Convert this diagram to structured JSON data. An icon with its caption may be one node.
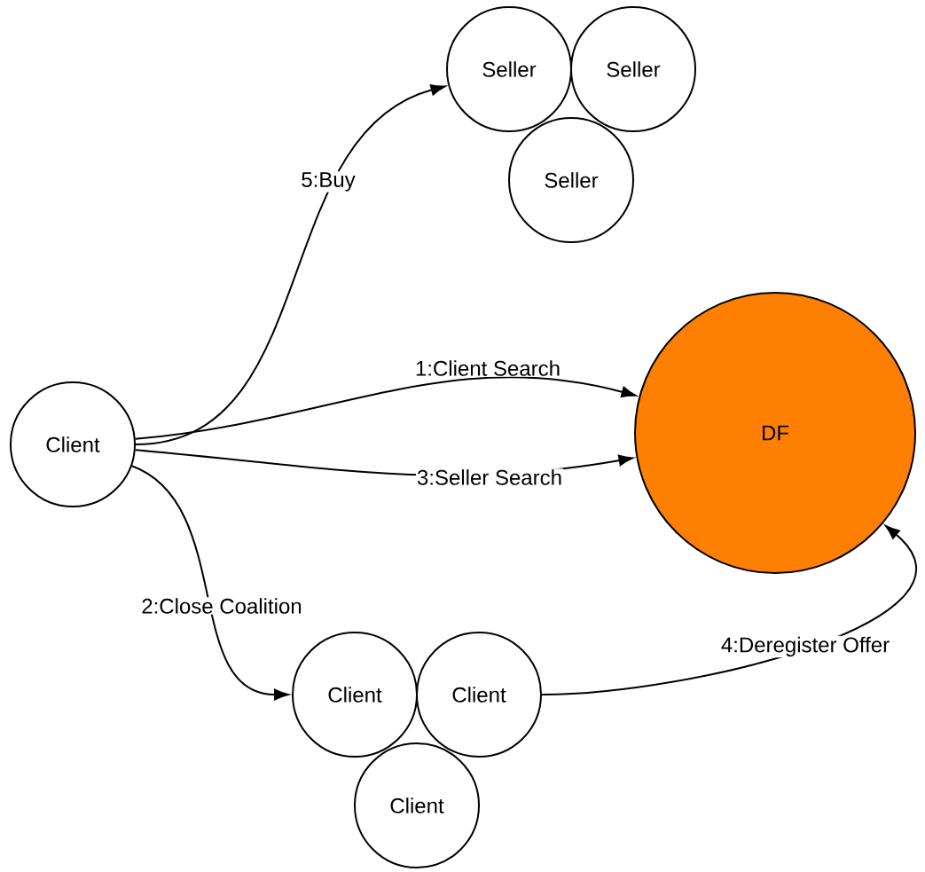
{
  "diagram": {
    "nodes": [
      {
        "text": [
          "Client"
        ]
      },
      {
        "text": [
          "Seller"
        ]
      },
      {
        "text": [
          "Seller"
        ]
      },
      {
        "text": [
          "Seller"
        ]
      },
      {
        "text": [
          "DF"
        ]
      },
      {
        "text": [
          "Client"
        ]
      },
      {
        "text": [
          "Client"
        ]
      },
      {
        "text": [
          "Client"
        ]
      }
    ],
    "edges": [
      {
        "from": 0,
        "to": 1,
        "arrow": "to",
        "label": "5:Buy"
      },
      {
        "from": 0,
        "to": 4,
        "arrow": "to",
        "label": "1:Client Search"
      },
      {
        "from": 0,
        "to": 4,
        "arrow": "to",
        "label": "3:Seller Search"
      },
      {
        "from": 0,
        "to": 5,
        "arrow": "to",
        "label": "2:Close Coalition"
      },
      {
        "from": 6,
        "to": 4,
        "arrow": "to",
        "label": "4:Deregister Offer"
      }
    ]
  }
}
